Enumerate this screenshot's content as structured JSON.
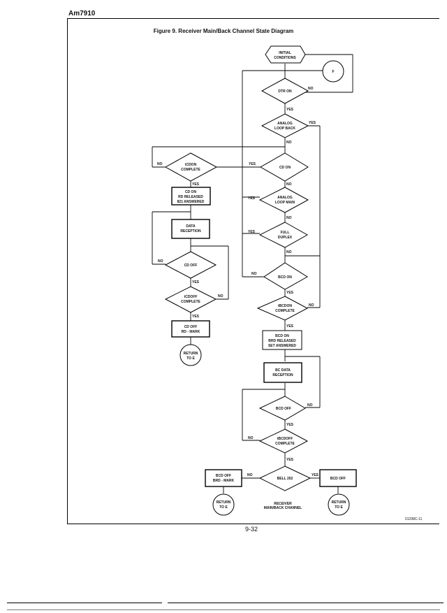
{
  "header": {
    "part": "Am7910"
  },
  "figure": {
    "title": "Figure 9.  Receiver Main/Back Channel State Diagram"
  },
  "page_number": "9-32",
  "reference": "01298C-11",
  "caption": {
    "line1": "RECEIVER",
    "line2": "MAIN/BACK CHANNEL"
  },
  "nodes": {
    "initial": [
      "INITIAL",
      "CONDITIONS"
    ],
    "connector_f": [
      "F"
    ],
    "dtr_on": [
      "DTR ON"
    ],
    "analog_loop_back": [
      "ANALOG",
      "LOOP BACK"
    ],
    "cd_on": [
      "CD ON"
    ],
    "tcdon_complete": [
      "tCDON",
      "COMPLETE"
    ],
    "cd_on_rd_released": [
      "CD ON",
      "RD RELEASED",
      "821 ANSWERED"
    ],
    "data_reception": [
      "DATA",
      "RECEPTION"
    ],
    "cd_off": [
      "CD OFF"
    ],
    "tcdoff_complete": [
      "tCDOFF",
      "COMPLETE"
    ],
    "cd_off_rd_mark": [
      "CD OFF",
      "RD - MARK"
    ],
    "return_e_left": [
      "RETURN",
      "TO E"
    ],
    "analog_loop_main": [
      "ANALOG",
      "LOOP MAIN"
    ],
    "full_duplex": [
      "FULL",
      "DUPLEX"
    ],
    "bcd_on": [
      "BCD ON"
    ],
    "tbcdon_complete": [
      "tBCDON",
      "COMPLETE"
    ],
    "bcd_on_brd_released": [
      "BCD ON",
      "BRD RELEASED",
      "SET ANSWERED"
    ],
    "bc_data_reception": [
      "BC DATA",
      "RECEPTION"
    ],
    "bcd_off": [
      "BCD OFF"
    ],
    "tbcdoff_complete": [
      "tBCDOFF",
      "COMPLETE"
    ],
    "bell_202": [
      "BELL 202"
    ],
    "bcd_off_brd_mark": [
      "BCD OFF",
      "BRD - MARK"
    ],
    "bcd_off_right": [
      "BCD OFF"
    ],
    "return_e_mid": [
      "RETURN",
      "TO E"
    ],
    "return_e_right": [
      "RETURN",
      "TO E"
    ]
  },
  "edge_labels": {
    "yes": "YES",
    "no": "NO"
  }
}
